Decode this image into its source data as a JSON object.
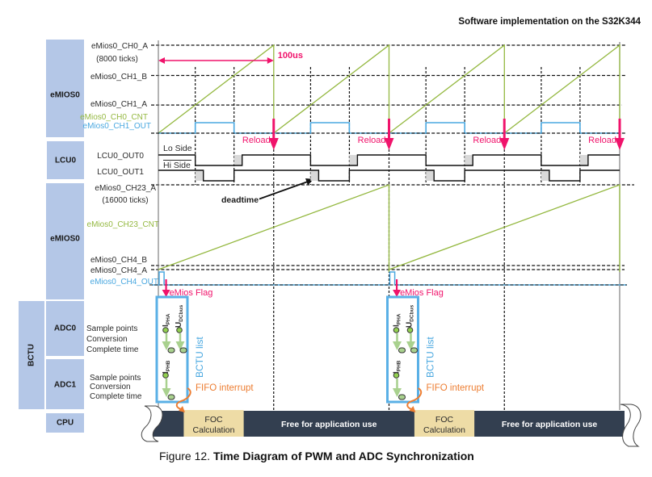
{
  "header": {
    "title": "Software implementation on the S32K344"
  },
  "caption": {
    "prefix": "Figure 12.",
    "title": "Time Diagram of PWM and ADC Synchronization"
  },
  "groups": {
    "emios_top": "eMIOS0",
    "lcu": "LCU0",
    "emios_bottom": "eMIOS0",
    "bctu": "BCTU",
    "adc0": "ADC0",
    "adc1": "ADC1",
    "cpu": "CPU"
  },
  "signal_labels": {
    "ch0_a": "eMios0_CH0_A",
    "ch0_ticks_note": "(8000 ticks)",
    "ch1_b": "eMios0_CH1_B",
    "ch1_a": "eMios0_CH1_A",
    "ch0_cnt": "eMios0_CH0_CNT",
    "ch1_out": "eMios0_CH1_OUT",
    "lcu_out0": "LCU0_OUT0",
    "lcu_out1": "LCU0_OUT1",
    "lo_side": "Lo Side",
    "hi_side": "Hi Side",
    "ch23_a": "eMios0_CH23_A",
    "ch23_ticks_note": "(16000 ticks)",
    "ch23_cnt": "eMios0_CH23_CNT",
    "ch4_b": "eMios0_CH4_B",
    "ch4_a": "eMios0_CH4_A",
    "ch4_out": "eMios0_CH4_OUT"
  },
  "adc_labels": {
    "adc0": [
      "Sample points",
      "Conversion",
      "Complete time"
    ],
    "adc1": [
      "Sample points",
      "Conversion",
      "Complete time"
    ]
  },
  "annotations": {
    "period": "100us",
    "reload": "Reload",
    "deadtime": "deadtime",
    "emios_flag": "eMios Flag",
    "fifo_interrupt": "FIFO interrupt",
    "bctu_list": "BCTU list",
    "foc_line1": "FOC",
    "foc_line2": "Calculation",
    "free": "Free for application use",
    "bctu_signals": [
      {
        "main": "I",
        "sub": "PHA",
        "adc": "ADC0"
      },
      {
        "main": "U",
        "sub": "DCbus",
        "adc": "ADC0"
      },
      {
        "main": "I",
        "sub": "PHB",
        "adc": "ADC1"
      }
    ]
  },
  "timing": {
    "pwm_period_us": 100,
    "pwm_periods_shown": 4,
    "ch0_modulus_ticks": 8000,
    "ch1_a_ticks": 2560,
    "ch1_b_ticks": 5250,
    "deadtime_ticks": 560,
    "ch23_modulus_ticks": 16000,
    "ch4_a_ticks": 0,
    "ch4_b_ticks": 760,
    "ch4_pulse_ticks": 340,
    "foc_start_us": 22,
    "foc_end_us": 74
  },
  "colors": {
    "counter": "#94b840",
    "output": "#4aa8e0",
    "marker": "#f0136b",
    "interrupt": "#ed7d31",
    "group_box": "#b4c7e7",
    "cpu_busy": "#333f50",
    "foc": "#eedca6",
    "deadtime_fill": "#d9d9d9",
    "adc_sample": "#92d050",
    "adc_arrow": "#a9d18e"
  }
}
